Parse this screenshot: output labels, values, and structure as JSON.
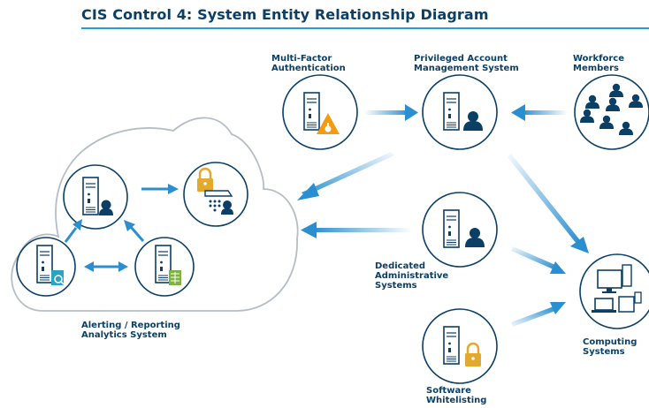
{
  "title": "CIS Control 4: System Entity Relationship Diagram",
  "labels": {
    "mfa": [
      "Multi-Factor",
      "Authentication"
    ],
    "pam": [
      "Privileged Account",
      "Management System"
    ],
    "workforce": [
      "Workforce",
      "Members"
    ],
    "das": [
      "Dedicated",
      "Administrative",
      "Systems"
    ],
    "alerting": [
      "Alerting / Reporting",
      "Analytics System"
    ],
    "computing": [
      "Computing",
      "Systems"
    ],
    "whitelisting": [
      "Software",
      "Whitelisting"
    ]
  },
  "colors": {
    "title": "#0b3f66",
    "rule": "#2a9ad8",
    "arrow": "#2a8fd0",
    "icon_dark": "#0b3f66",
    "warning": "#f39c12",
    "lock": "#e3a92e",
    "excel": "#7cb342",
    "search": "#29a3c2"
  }
}
